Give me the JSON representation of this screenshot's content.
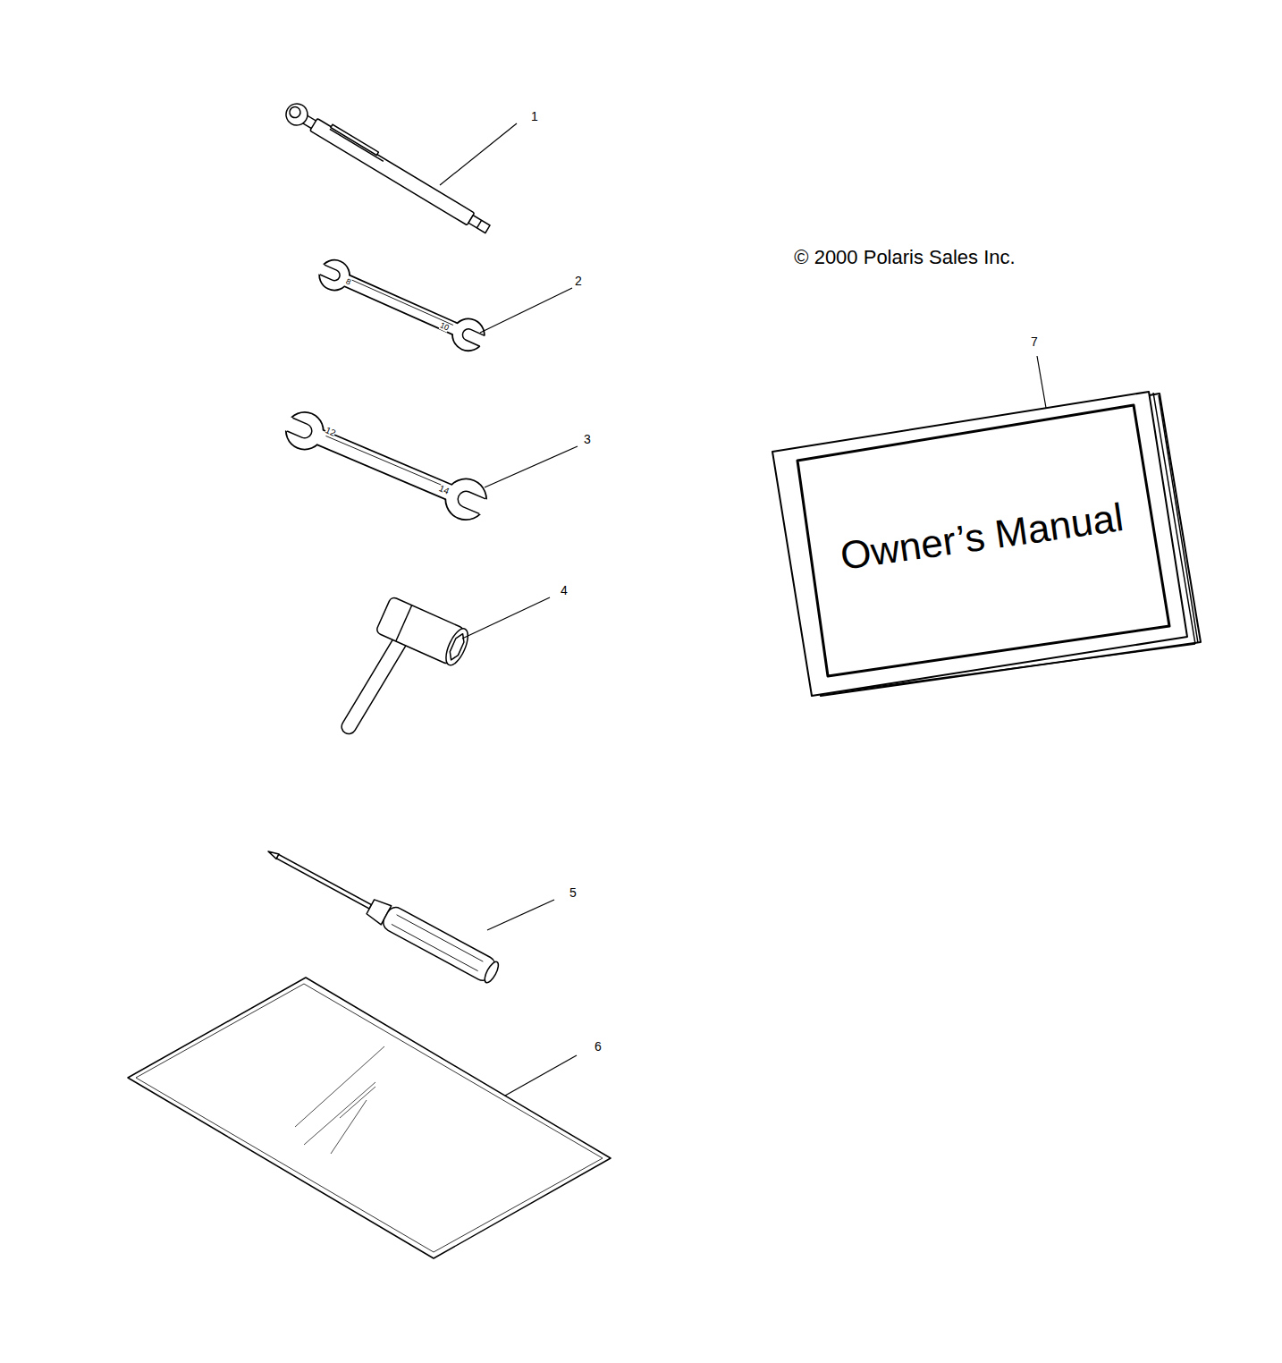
{
  "diagram": {
    "nodes": [
      {
        "text": [
          "Owner’s Manual"
        ]
      }
    ],
    "labels": [
      "1",
      "2",
      "3",
      "4",
      "5",
      "6",
      "7",
      "© 2000 Polaris Sales Inc.",
      "8",
      "10",
      "12",
      "14"
    ]
  }
}
